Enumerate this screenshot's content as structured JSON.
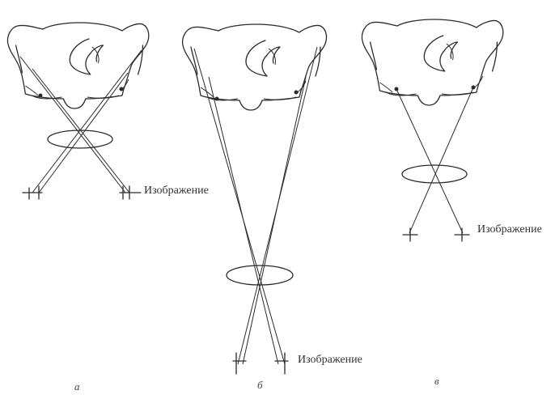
{
  "labels": {
    "image_a": "Изображение",
    "image_b": "Изображение",
    "image_c": "Изображение"
  },
  "subfigures": {
    "a": "а",
    "b": "б",
    "c": "в"
  }
}
